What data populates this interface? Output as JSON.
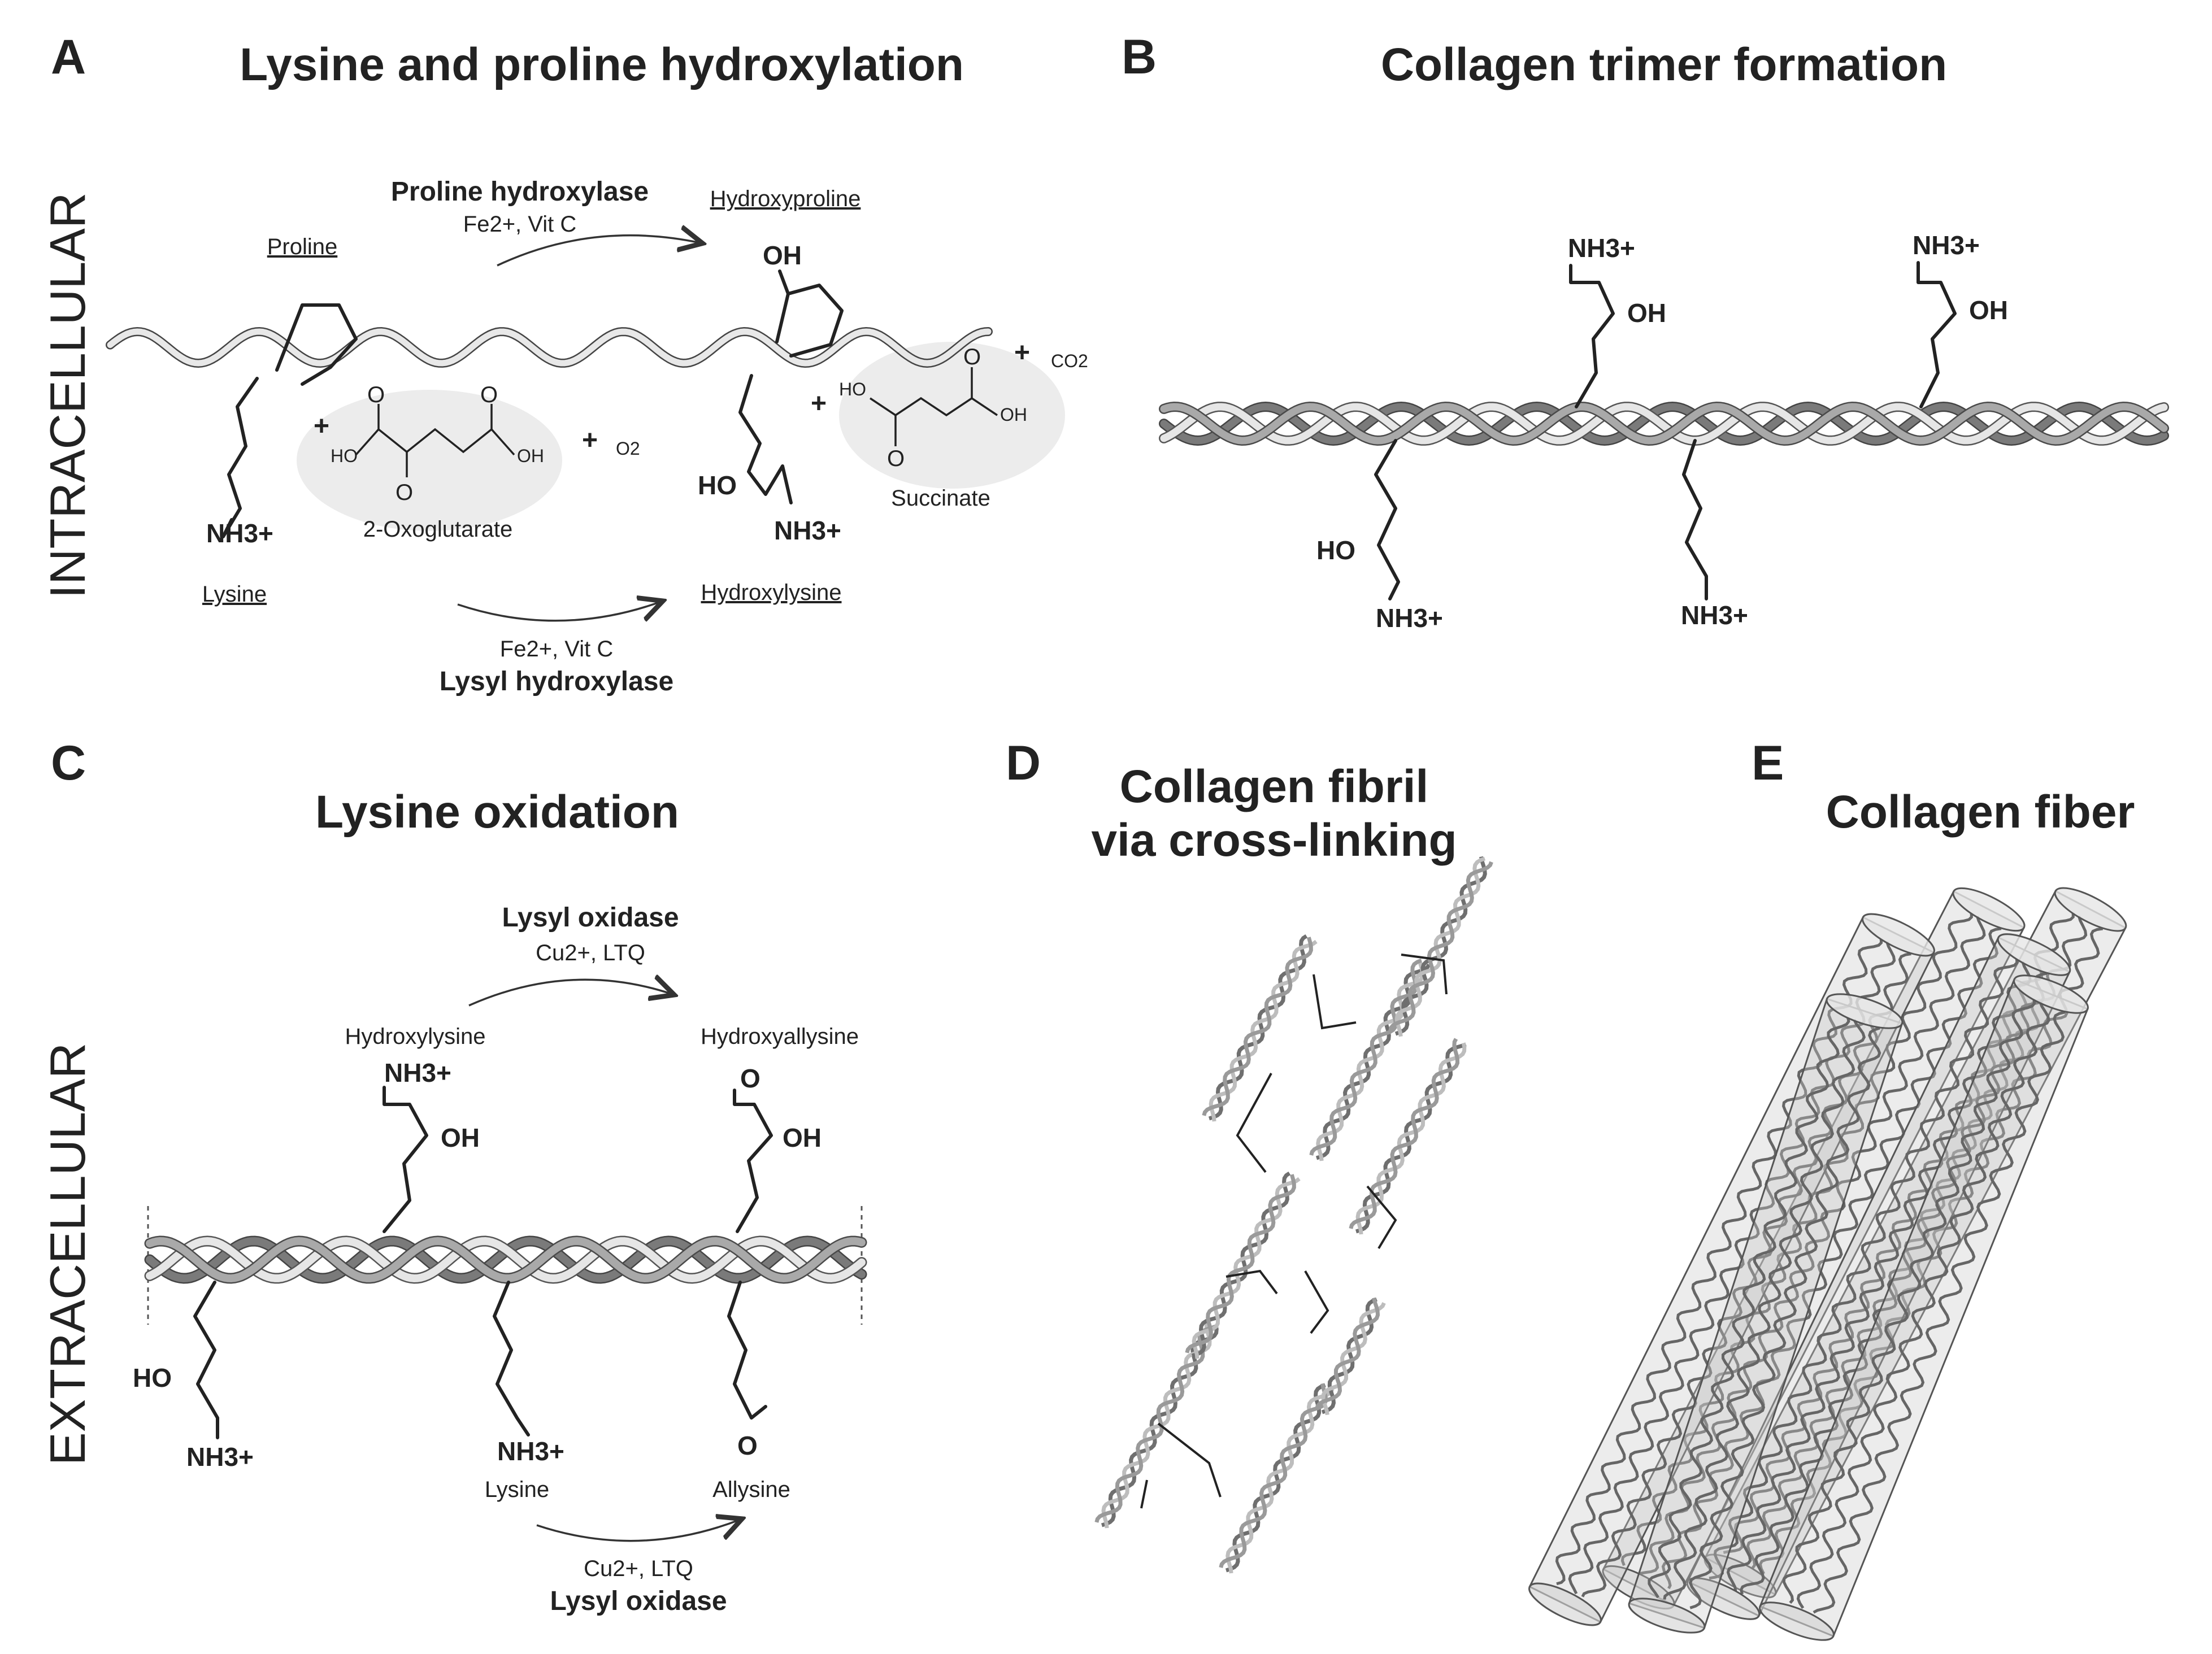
{
  "panels": {
    "A": {
      "letter": "A",
      "title": "Lysine and proline hydroxylation"
    },
    "B": {
      "letter": "B",
      "title": "Collagen trimer formation"
    },
    "C": {
      "letter": "C",
      "title": "Lysine oxidation"
    },
    "D": {
      "letter": "D",
      "title_line1": "Collagen fibril",
      "title_line2": "via cross-linking"
    },
    "E": {
      "letter": "E",
      "title": "Collagen fiber"
    }
  },
  "side_labels": {
    "top": "INTRACELLULAR",
    "bottom": "EXTRACELLULAR"
  },
  "panel_a": {
    "enzyme_top": "Proline hydroxylase",
    "cofactor_top": "Fe2+, Vit C",
    "proline": "Proline",
    "hydroxyproline": "Hydroxyproline",
    "lysine": "Lysine",
    "hydroxylysine": "Hydroxylysine",
    "oxoglutarate": "2-Oxoglutarate",
    "succinate": "Succinate",
    "o2": "O2",
    "co2": "CO2",
    "plus": "+",
    "cofactor_bottom": "Fe2+, Vit C",
    "enzyme_bottom": "Lysyl hydroxylase",
    "oh": "OH",
    "ho": "HO",
    "nh3": "NH3+",
    "o": "O"
  },
  "panel_b": {
    "nh3": "NH3+",
    "oh": "OH",
    "ho": "HO"
  },
  "panel_c": {
    "enzyme_top": "Lysyl oxidase",
    "cofactor_top": "Cu2+, LTQ",
    "hydroxylysine": "Hydroxylysine",
    "hydroxyallysine": "Hydroxyallysine",
    "lysine": "Lysine",
    "allysine": "Allysine",
    "cofactor_bottom": "Cu2+, LTQ",
    "enzyme_bottom": "Lysyl oxidase",
    "nh3": "NH3+",
    "oh": "OH",
    "ho": "HO",
    "o": "O"
  }
}
